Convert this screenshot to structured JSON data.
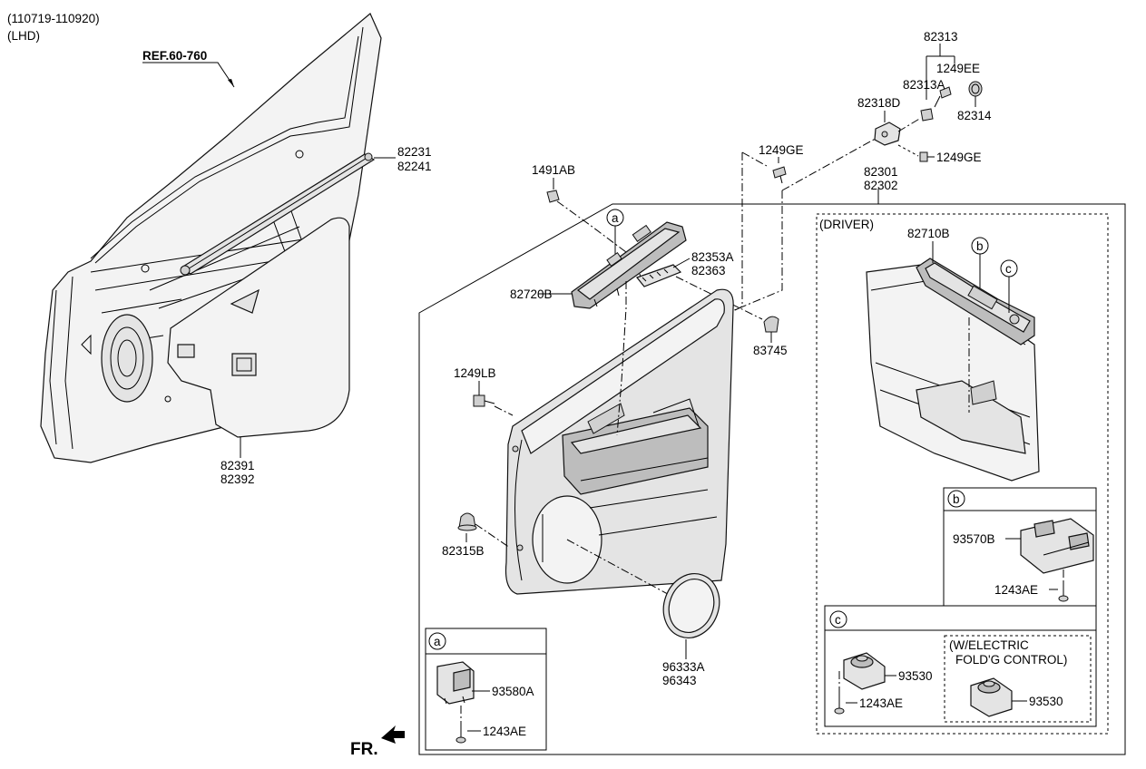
{
  "header": {
    "date_range": "(110719-110920)",
    "side": "(LHD)"
  },
  "reference": {
    "label": "REF.60-760"
  },
  "part_numbers": {
    "p82231": "82231",
    "p82241": "82241",
    "p82391": "82391",
    "p82392": "82392",
    "p1491AB": "1491AB",
    "p1249GE_a": "1249GE",
    "p1249GE_b": "1249GE",
    "p82313": "82313",
    "p82313A": "82313A",
    "p1249EE": "1249EE",
    "p82314": "82314",
    "p82318D": "82318D",
    "p82301": "82301",
    "p82302": "82302",
    "p82353A": "82353A",
    "p82363": "82363",
    "p82720B": "82720B",
    "p83745": "83745",
    "p1249LB": "1249LB",
    "p82315B": "82315B",
    "p96333A": "96333A",
    "p96343": "96343",
    "p82710B": "82710B",
    "p93570B": "93570B",
    "p1243AE_b": "1243AE",
    "p93530_a": "93530",
    "p1243AE_c": "1243AE",
    "p93530_b": "93530",
    "p93580A": "93580A",
    "p1243AE_a": "1243AE"
  },
  "callouts": {
    "a": "a",
    "b": "b",
    "c": "c"
  },
  "boxes": {
    "driver": "(DRIVER)",
    "electric_line1": "(W/ELECTRIC",
    "electric_line2": "FOLD'G CONTROL)"
  },
  "direction": {
    "label": "FR."
  }
}
